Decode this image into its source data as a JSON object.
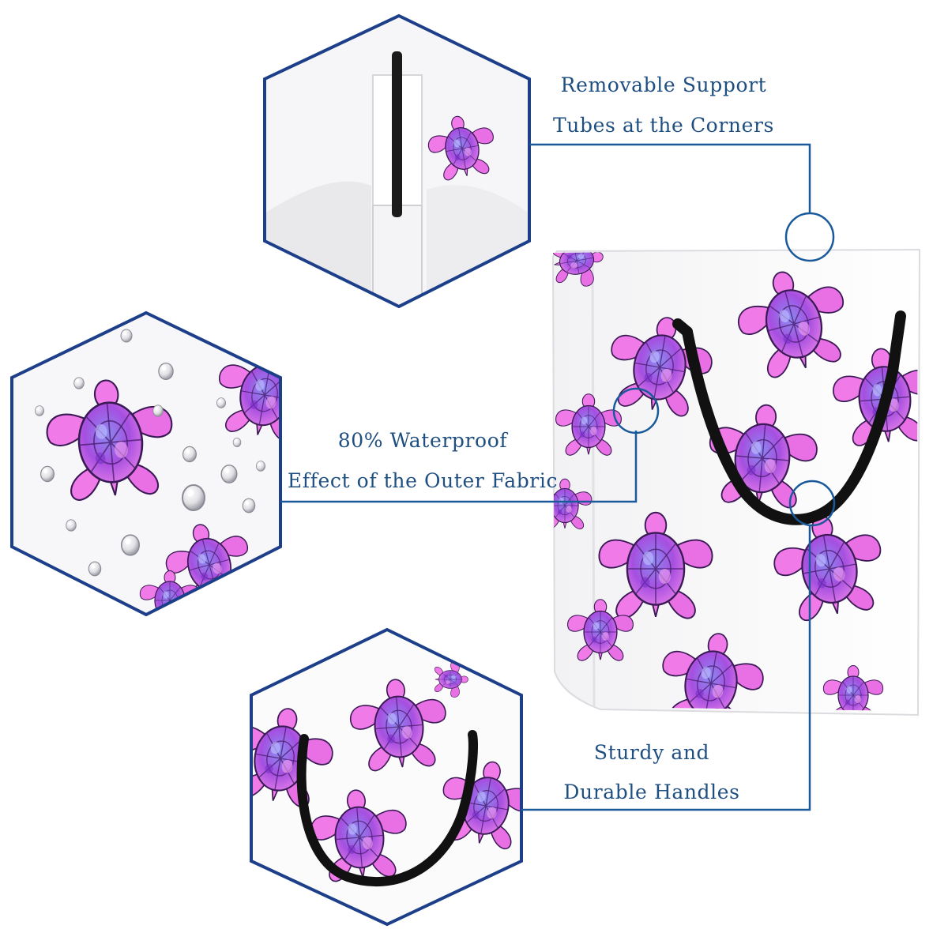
{
  "features": {
    "support_tubes": {
      "line1": "Removable Support",
      "line2": "Tubes at the Corners"
    },
    "waterproof": {
      "line1": "80% Waterproof",
      "line2": "Effect of the Outer Fabric"
    },
    "handles": {
      "line1": "Sturdy and",
      "line2": "Durable Handles"
    }
  },
  "colors": {
    "accent_line": "#1a5a9a",
    "hex_border": "#1d3f8a",
    "label_text": "#1f4f80",
    "turtle_light": "#f07ae8",
    "turtle_mid": "#c04fe0",
    "turtle_dark": "#7a2fc8",
    "turtle_blue": "#8a8af0",
    "handle": "#111111"
  }
}
